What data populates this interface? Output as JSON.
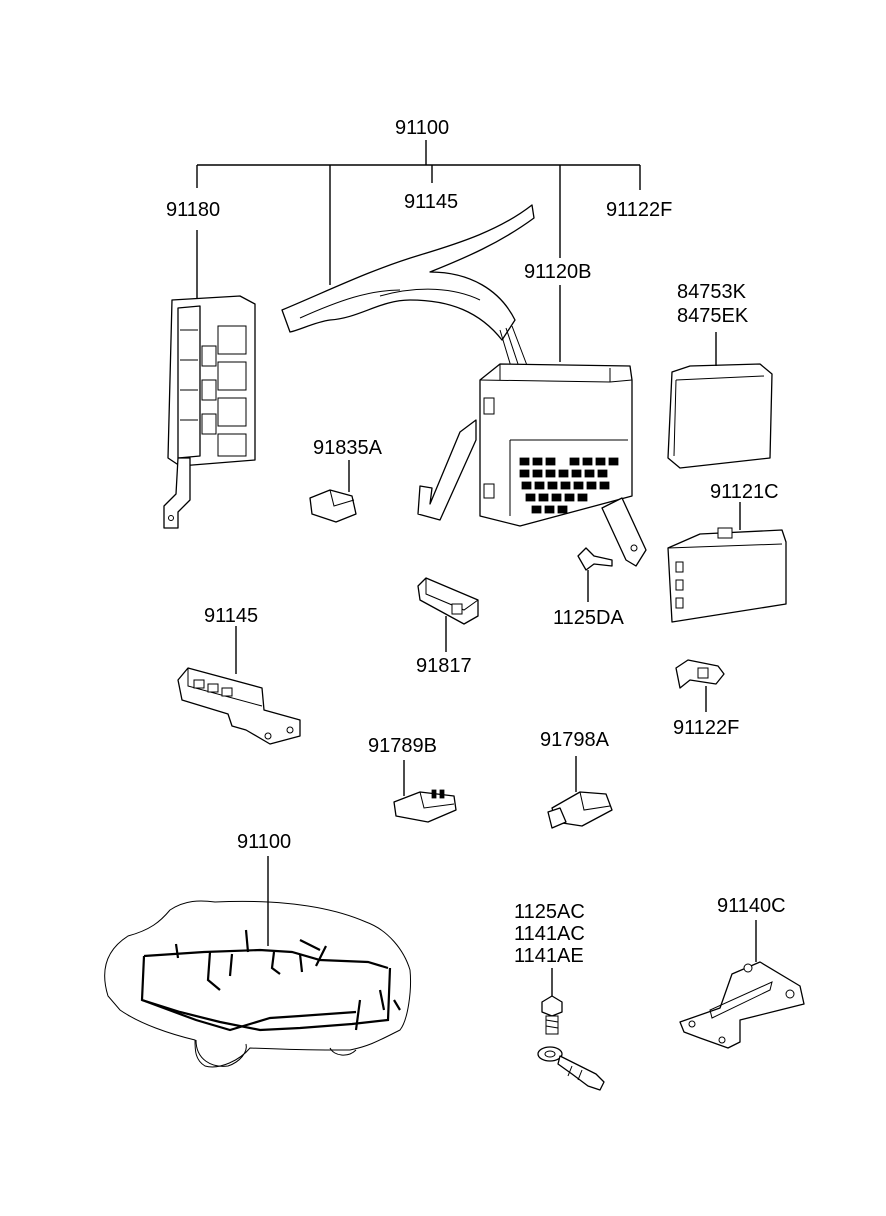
{
  "labels": {
    "top_harness": "91100",
    "fuse_box_main": "91180",
    "harness_connector_top": "91145",
    "relay_top": "91122F",
    "junction_box": "91120B",
    "cover_codes": [
      "84753K",
      "8475EK"
    ],
    "fuse": "91835A",
    "module": "91121C",
    "bolt_small": "1125DA",
    "connector_mid": "91145",
    "clip": "91817",
    "relay_bottom": "91122F",
    "relay_b": "91789B",
    "relay_a": "91798A",
    "body_harness": "91100",
    "bolt_codes": [
      "1125AC",
      "1141AC",
      "1141AE"
    ],
    "bracket": "91140C"
  }
}
